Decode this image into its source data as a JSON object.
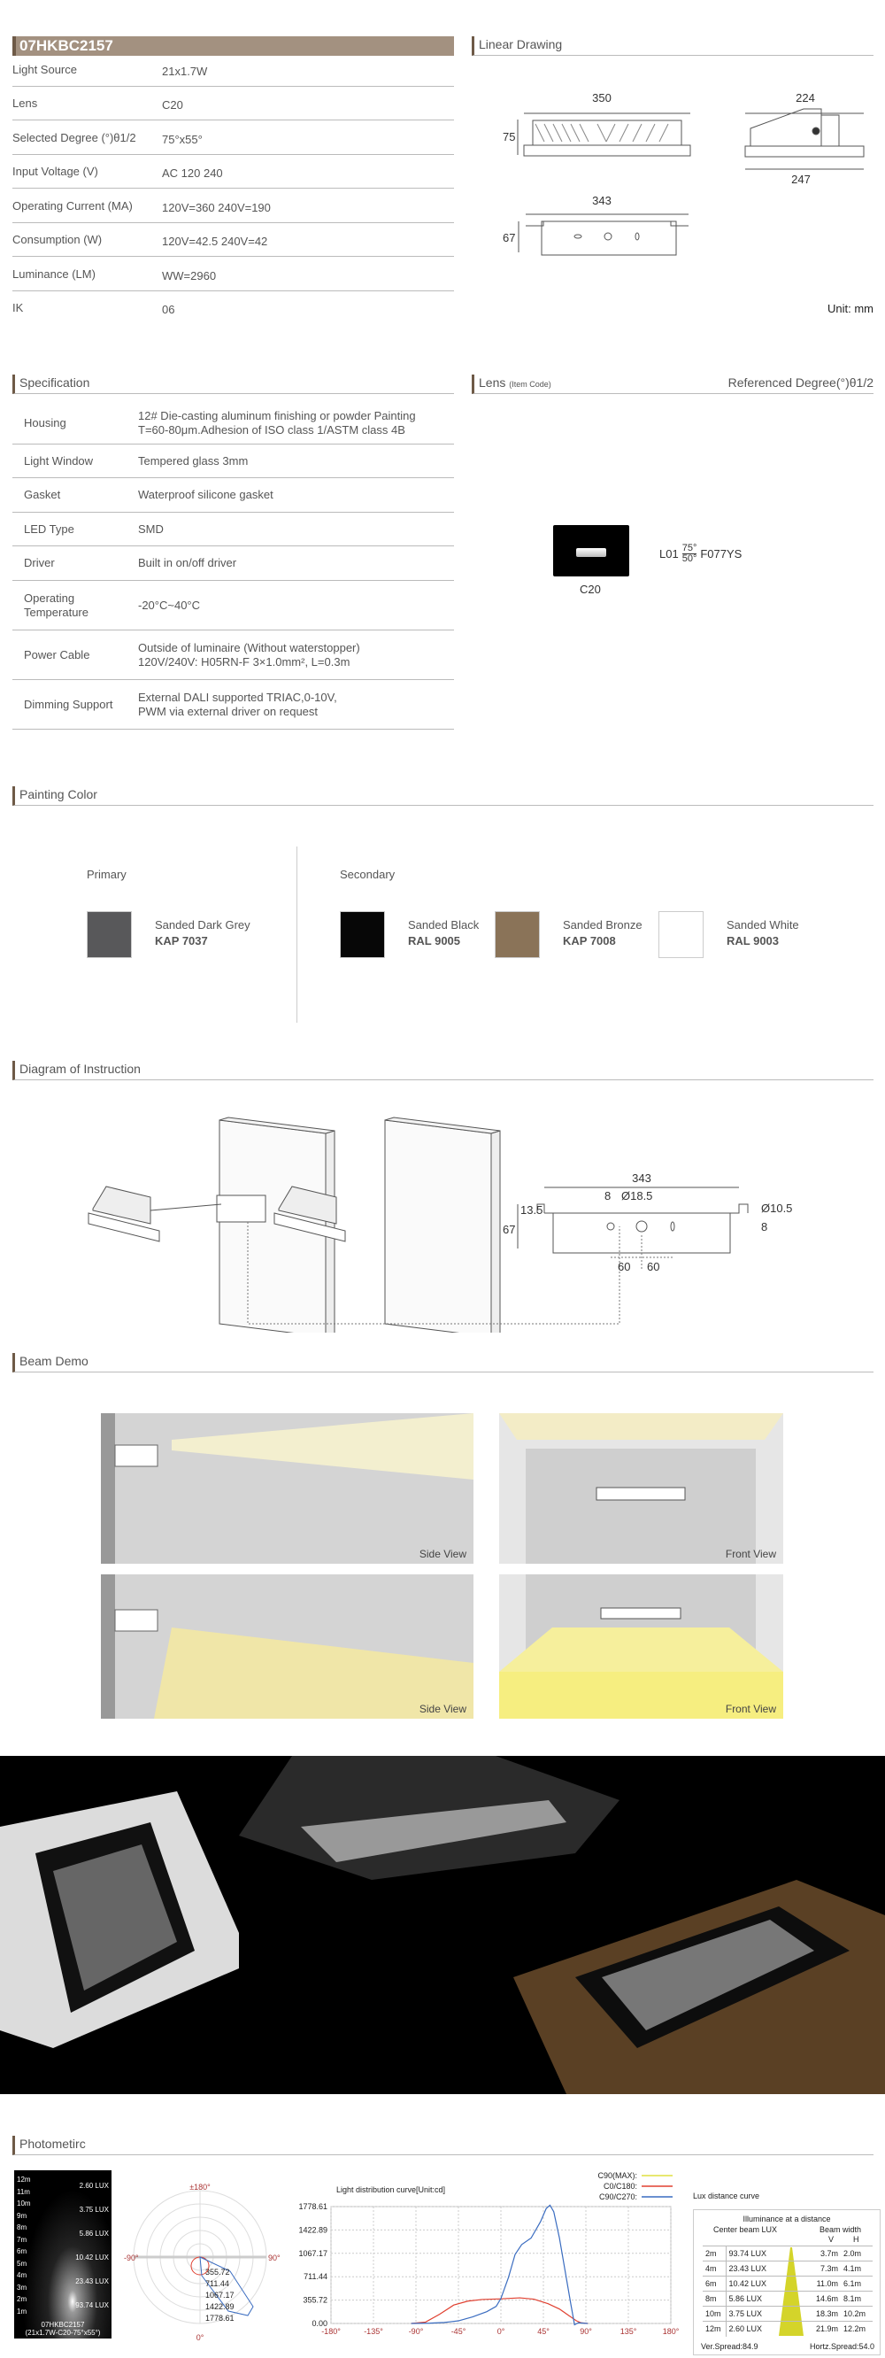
{
  "product": {
    "code": "07HKBC2157"
  },
  "specs_top": [
    {
      "label": "Light Source",
      "value": "21x1.7W"
    },
    {
      "label": "Lens",
      "value": "C20"
    },
    {
      "label": "Selected Degree (°)θ1/2",
      "value": "75°x55°"
    },
    {
      "label": "Input Voltage (V)",
      "value": "AC 120  240"
    },
    {
      "label": "Operating Current (MA)",
      "value": "120V=360   240V=190"
    },
    {
      "label": "Consumption (W)",
      "value": "120V=42.5  240V=42"
    },
    {
      "label": "Luminance (LM)",
      "value": "WW=2960"
    },
    {
      "label": "IK",
      "value": "06"
    }
  ],
  "linear_drawing": {
    "title": "Linear Drawing",
    "dims": {
      "front_w": "350",
      "front_h": "75",
      "side_top": "224",
      "side_bottom": "247",
      "back_w": "343",
      "back_h": "67"
    },
    "unit": "Unit: mm"
  },
  "specification": {
    "title": "Specification",
    "rows": [
      {
        "label": "Housing",
        "value": [
          "12# Die-casting aluminum finishing or powder Painting",
          "T=60-80μm.Adhesion of ISO class 1/ASTM class 4B"
        ]
      },
      {
        "label": "Light Window",
        "value": [
          "Tempered glass 3mm"
        ]
      },
      {
        "label": "Gasket",
        "value": [
          "Waterproof silicone gasket"
        ]
      },
      {
        "label": "LED Type",
        "value": [
          "SMD"
        ]
      },
      {
        "label": "Driver",
        "value": [
          "Built in on/off driver"
        ]
      },
      {
        "label": "Operating Temperature",
        "value": [
          "-20°C~40°C"
        ]
      },
      {
        "label": "Power Cable",
        "value": [
          "Outside of luminaire (Without waterstopper)",
          "120V/240V: H05RN-F 3×1.0mm², L=0.3m"
        ]
      },
      {
        "label": "Dimming Support",
        "value": [
          "External DALI supported TRIAC,0-10V,",
          "PWM via external driver on request"
        ]
      }
    ]
  },
  "lens": {
    "title": "Lens",
    "title_small": "(Item Code)",
    "ref_title": "Referenced Degree(°)θ1/2",
    "item": {
      "name": "C20",
      "code": "L01",
      "deg_top": "75°",
      "deg_bottom": "50°",
      "suffix": "F077YS"
    }
  },
  "painting": {
    "title": "Painting Color",
    "primary_label": "Primary",
    "secondary_label": "Secondary",
    "primary": [
      {
        "name": "Sanded Dark Grey",
        "code": "KAP 7037",
        "color": "#58585a"
      }
    ],
    "secondary": [
      {
        "name": "Sanded Black",
        "code": "RAL 9005",
        "color": "#070707"
      },
      {
        "name": "Sanded Bronze",
        "code": "KAP 7008",
        "color": "#8a7358"
      },
      {
        "name": "Sanded White",
        "code": "RAL 9003",
        "color": "#ffffff"
      }
    ]
  },
  "diagram": {
    "title": "Diagram of Instruction",
    "dims": {
      "w": "343",
      "h": "67",
      "offset": "13.5",
      "hole_a": "8",
      "hole_b": "Ø18.5",
      "hole_c": "Ø10.5",
      "slot": "8",
      "sp1": "60",
      "sp2": "60"
    }
  },
  "beam": {
    "title": "Beam Demo",
    "side": "Side View",
    "front": "Front View"
  },
  "photometric": {
    "title": "Photometirc",
    "lux_image": {
      "distances": [
        "12m",
        "11m",
        "10m",
        "9m",
        "8m",
        "7m",
        "6m",
        "5m",
        "4m",
        "3m",
        "2m",
        "1m"
      ],
      "lux": [
        "2.60 LUX",
        "3.75 LUX",
        "5.86 LUX",
        "10.42 LUX",
        "23.43 LUX",
        "93.74 LUX"
      ],
      "caption1": "07HKBC2157",
      "caption2": "(21x1.7W-C20-75°x55°)"
    },
    "polar": {
      "top": "±180°",
      "left": "-90°",
      "right": "90°",
      "bottom": "0°",
      "rings": [
        "355.72",
        "711.44",
        "1067.17",
        "1422.89",
        "1778.61"
      ]
    },
    "lux_table": {
      "title": "Lux distance curve",
      "heading": "Illuminance at a distance",
      "col1": "Center beam LUX",
      "col2": "Beam width",
      "v": "V",
      "h": "H",
      "rows": [
        {
          "d": "2m",
          "lux": "93.74 LUX",
          "v": "3.7m",
          "h": "2.0m"
        },
        {
          "d": "4m",
          "lux": "23.43 LUX",
          "v": "7.3m",
          "h": "4.1m"
        },
        {
          "d": "6m",
          "lux": "10.42 LUX",
          "v": "11.0m",
          "h": "6.1m"
        },
        {
          "d": "8m",
          "lux": "5.86 LUX",
          "v": "14.6m",
          "h": "8.1m"
        },
        {
          "d": "10m",
          "lux": "3.75 LUX",
          "v": "18.3m",
          "h": "10.2m"
        },
        {
          "d": "12m",
          "lux": "2.60 LUX",
          "v": "21.9m",
          "h": "12.2m"
        }
      ],
      "ver_spread": "Ver.Spread:84.9",
      "hor_spread": "Hortz.Spread:54.0",
      "cone_color": "#d4d42a"
    }
  },
  "chart_data": {
    "type": "line",
    "title": "Light distribution curve[Unit:cd]",
    "xlabel": "",
    "ylabel": "",
    "x_ticks": [
      "-180°",
      "-135°",
      "-90°",
      "-45°",
      "0°",
      "45°",
      "90°",
      "135°",
      "180°"
    ],
    "y_ticks": [
      "0.00",
      "355.72",
      "711.44",
      "1067.17",
      "1422.89",
      "1778.61"
    ],
    "xlim": [
      -180,
      180
    ],
    "ylim": [
      0,
      1778.61
    ],
    "series": [
      {
        "name": "C90(MAX):",
        "color": "#e0e040",
        "x": [],
        "y": []
      },
      {
        "name": "C0/C180:",
        "color": "#e04030",
        "x": [
          -95,
          -80,
          -65,
          -50,
          -35,
          -20,
          0,
          20,
          35,
          50,
          62,
          72,
          80,
          85,
          92
        ],
        "y": [
          0,
          20,
          140,
          280,
          340,
          365,
          375,
          390,
          370,
          300,
          220,
          120,
          40,
          10,
          0
        ]
      },
      {
        "name": "C90/C270:",
        "color": "#3a6cc0",
        "x": [
          -95,
          -75,
          -60,
          -45,
          -30,
          -15,
          -5,
          0,
          8,
          15,
          22,
          32,
          42,
          48,
          52,
          56,
          62,
          68,
          74,
          78,
          82,
          92
        ],
        "y": [
          0,
          5,
          15,
          40,
          100,
          180,
          260,
          380,
          700,
          1050,
          1200,
          1300,
          1550,
          1750,
          1800,
          1700,
          1300,
          800,
          300,
          -20,
          10,
          0
        ]
      }
    ]
  }
}
